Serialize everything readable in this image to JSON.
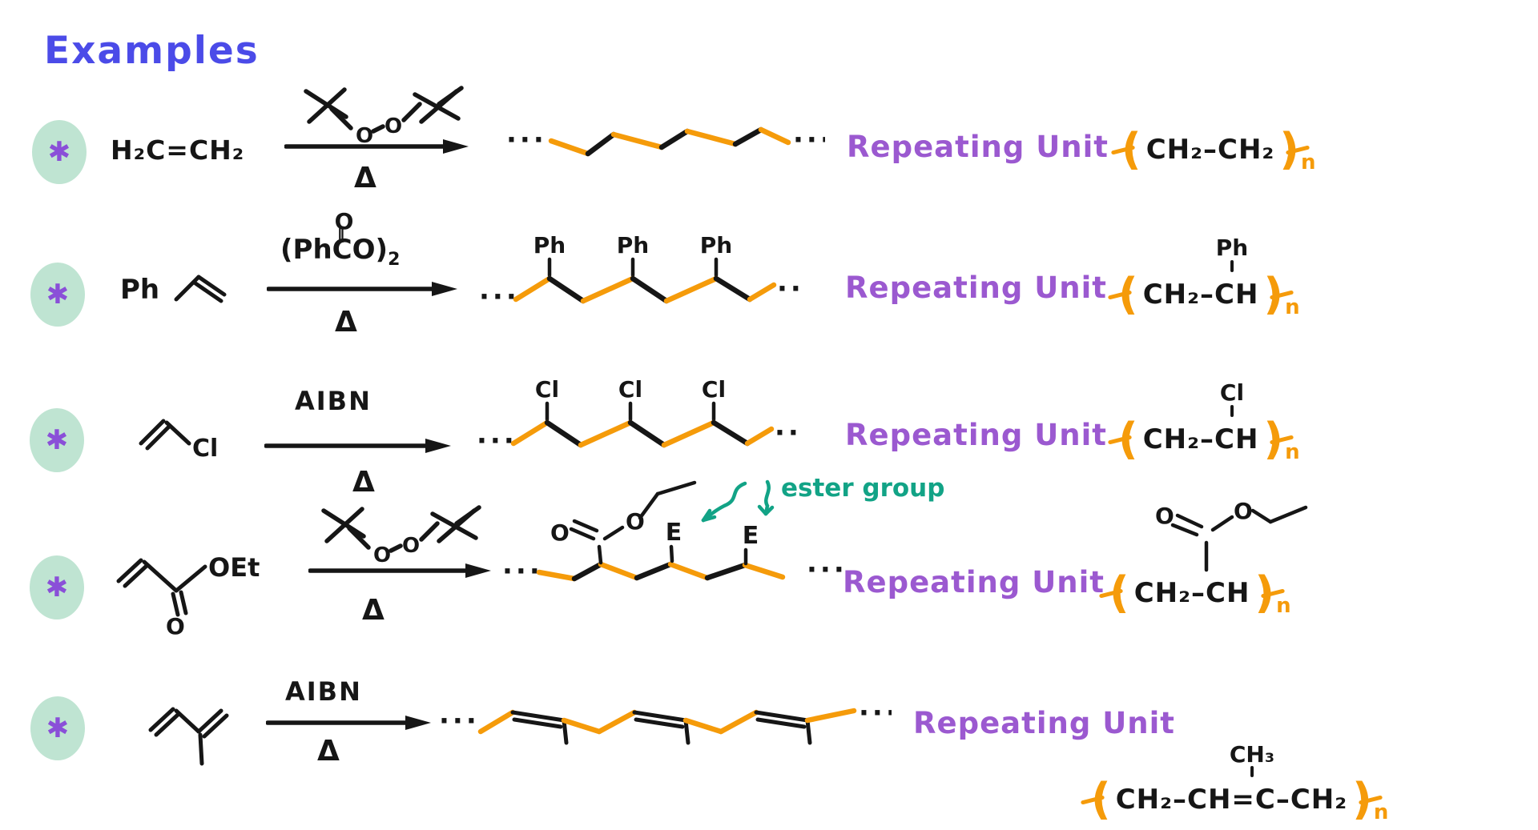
{
  "title": "Examples",
  "colors": {
    "title_blue": "#4b4be8",
    "accent_orange": "#f59b0a",
    "repeating_purple": "#9b59d0",
    "annotation_teal": "#12a386",
    "bullet_mint": "#bfe4d2",
    "asterisk_purple": "#8a4fd8",
    "ink": "#161616"
  },
  "shared": {
    "repeating_unit": "Repeating Unit",
    "delta": "Δ",
    "bullet": "✱",
    "dots": "···",
    "n": "n",
    "open_bracket": "(",
    "close_bracket": ")"
  },
  "rows": [
    {
      "monomer": "H₂C=CH₂",
      "initiator_atoms": {
        "o1": "O",
        "o2": "O"
      },
      "repeat_unit": {
        "main": "CH₂–CH₂"
      }
    },
    {
      "monomer_prefix": "Ph",
      "initiator_formula": {
        "open": "(Ph",
        "o_top": "O",
        "double_bond": "‖",
        "carbon": "C",
        "close": "O)",
        "sub": "2"
      },
      "chain_labels": [
        "Ph",
        "Ph",
        "Ph"
      ],
      "repeat_unit": {
        "top": "Ph",
        "main": "CH₂–CH"
      }
    },
    {
      "monomer_label": "Cl",
      "initiator_text": "AIBN",
      "chain_labels": [
        "Cl",
        "Cl",
        "Cl"
      ],
      "repeat_unit": {
        "top": "Cl",
        "main": "CH₂–CH"
      }
    },
    {
      "monomer_label": "OEt",
      "monomer_o": "O",
      "initiator_atoms": {
        "o1": "O",
        "o2": "O"
      },
      "chain_labels": [
        "E",
        "E"
      ],
      "chain_ester": {
        "o_left": "O",
        "o_right": "O"
      },
      "annotation": "ester group",
      "repeat_unit": {
        "main": "CH₂–CH",
        "ester_o_left": "O",
        "ester_o_right": "O"
      }
    },
    {
      "initiator_text": "AIBN",
      "repeat_unit": {
        "top": "CH₃",
        "main": "CH₂–CH=C–CH₂"
      }
    }
  ]
}
